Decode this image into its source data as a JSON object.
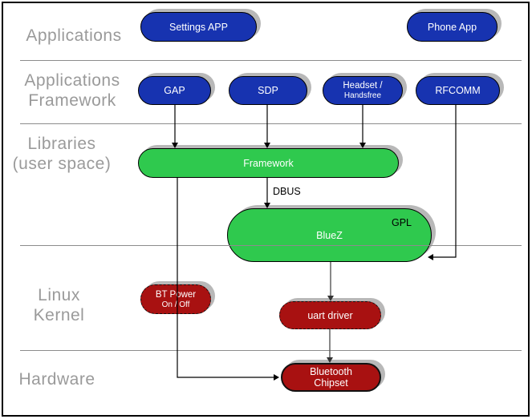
{
  "sections": {
    "applications": {
      "label": "Applications"
    },
    "app_framework": {
      "line1": "Applications",
      "line2": "Framework"
    },
    "libraries": {
      "line1": "Libraries",
      "line2": "(user space)"
    },
    "kernel": {
      "label": "Linux Kernel"
    },
    "hardware": {
      "label": "Hardware"
    }
  },
  "nodes": {
    "settings_app": {
      "label": "Settings APP"
    },
    "phone_app": {
      "label": "Phone App"
    },
    "gap": {
      "label": "GAP"
    },
    "sdp": {
      "label": "SDP"
    },
    "headset": {
      "line1": "Headset /",
      "line2": "Handsfree"
    },
    "rfcomm": {
      "label": "RFCOMM"
    },
    "framework": {
      "label": "Framework"
    },
    "bluez": {
      "label": "BlueZ",
      "badge": "GPL"
    },
    "bt_power": {
      "line1": "BT Power",
      "line2": "On / Off"
    },
    "uart_driver": {
      "label": "uart driver"
    },
    "bt_chipset": {
      "line1": "Bluetooth",
      "line2": "Chipset"
    }
  },
  "connections": {
    "dbus_label": "DBUS"
  },
  "colors": {
    "app_blue": "#1733b0",
    "lib_green": "#2fc94e",
    "kernel_red": "#a81111",
    "label_gray": "#9a9a9a",
    "divider_gray": "#8c8c8c",
    "shadow_gray": "#b8b8b8"
  }
}
